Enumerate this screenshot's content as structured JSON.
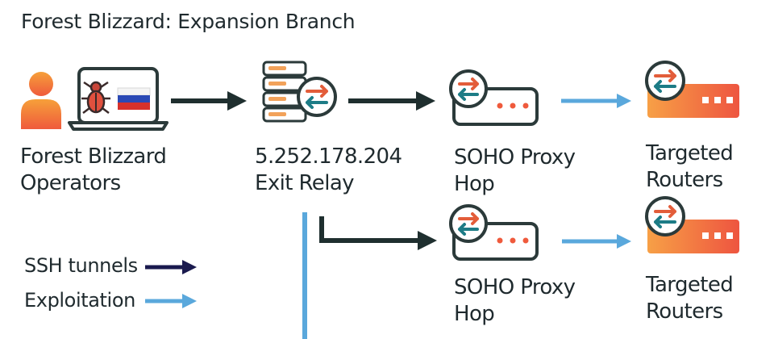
{
  "title": "Forest Blizzard: Expansion Branch",
  "nodes": {
    "operators": {
      "line1": "Forest Blizzard",
      "line2": "Operators"
    },
    "relay": {
      "line1": "5.252.178.204",
      "line2": "Exit Relay"
    },
    "proxy_top": {
      "line1": "SOHO Proxy",
      "line2": "Hop"
    },
    "target_top": {
      "line1": "Targeted",
      "line2": "Routers"
    },
    "proxy_bottom": {
      "line1": "SOHO Proxy",
      "line2": "Hop"
    },
    "target_bottom": {
      "line1": "Targeted",
      "line2": "Routers"
    }
  },
  "legend": {
    "ssh_label": "SSH tunnels",
    "exploit_label": "Exploitation"
  },
  "colors": {
    "ssh": "#1f2f2f",
    "legend_ssh": "#1a1a4e",
    "exploit": "#5aa8dc",
    "accent_orange": "#ef5a3c",
    "relay_teal": "#1d7c86"
  },
  "icons": {
    "operators": [
      "person-icon",
      "laptop-icon",
      "bug-icon",
      "russia-flag-icon"
    ],
    "relay": "server-relay-icon",
    "proxy": "router-proxy-icon",
    "target": "router-target-icon"
  }
}
